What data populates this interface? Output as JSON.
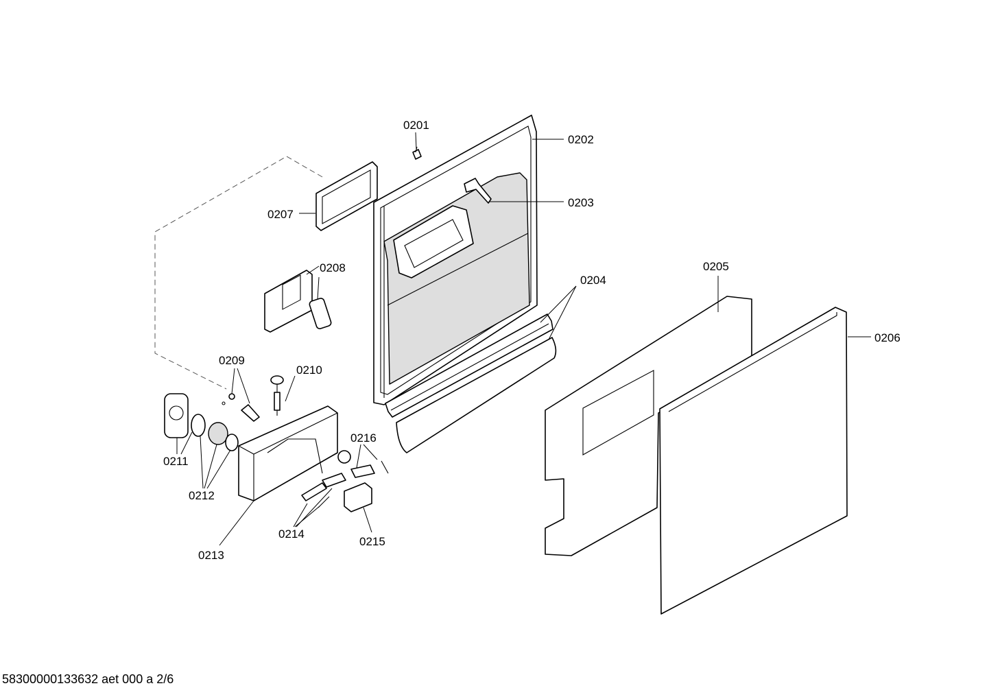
{
  "labels": {
    "p0201": "0201",
    "p0202": "0202",
    "p0203": "0203",
    "p0204": "0204",
    "p0205": "0205",
    "p0206": "0206",
    "p0207": "0207",
    "p0208": "0208",
    "p0209": "0209",
    "p0210": "0210",
    "p0211": "0211",
    "p0212": "0212",
    "p0213": "0213",
    "p0214": "0214",
    "p0215": "0215",
    "p0216": "0216"
  },
  "footer": {
    "code": "58300000133632 aet 000 a 2/6"
  }
}
